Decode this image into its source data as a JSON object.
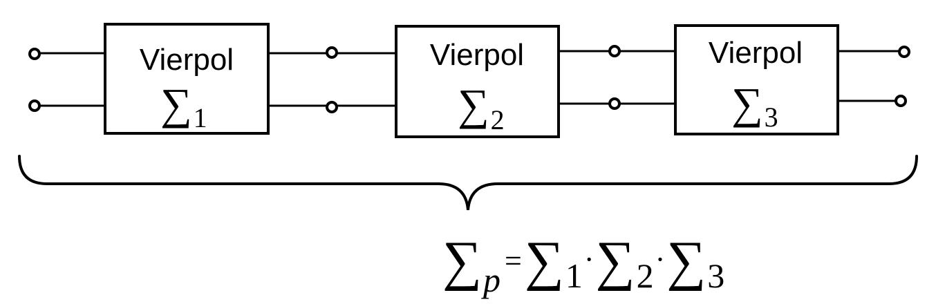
{
  "blocks": [
    {
      "label": "Vierpol",
      "symbol": "∑",
      "index": "1"
    },
    {
      "label": "Vierpol",
      "symbol": "∑",
      "index": "2"
    },
    {
      "label": "Vierpol",
      "symbol": "∑",
      "index": "3"
    }
  ],
  "formula": {
    "lhs_symbol": "∑",
    "lhs_index": "p",
    "equals": "=",
    "dot": "·",
    "terms": [
      {
        "symbol": "∑",
        "index": "1"
      },
      {
        "symbol": "∑",
        "index": "2"
      },
      {
        "symbol": "∑",
        "index": "3"
      }
    ]
  }
}
